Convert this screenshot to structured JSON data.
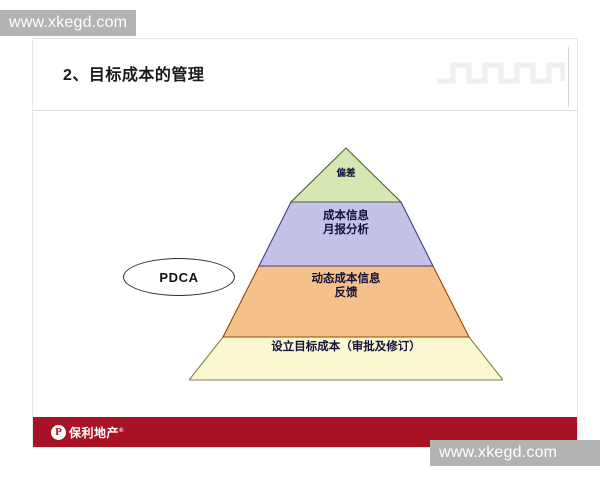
{
  "page": {
    "background": "#ffffff"
  },
  "watermarks": [
    {
      "text": "www.xkegd.com",
      "position": "top-left"
    },
    {
      "text": "www.xkegd.com",
      "position": "bottom-right"
    }
  ],
  "slide": {
    "title": "2、目标成本的管理",
    "decoration": {
      "name": "square-wave-decoration",
      "color": "#eeeeee",
      "peaks": 5
    },
    "footer": {
      "background_color": "#a71325",
      "logo_mark": "P",
      "logo_text": "保利地产",
      "registered_mark": "®"
    }
  },
  "diagram": {
    "type": "pyramid",
    "callout": {
      "label": "PDCA",
      "shape": "ellipse",
      "fill": "#ffffff",
      "stroke": "#2b2b2b"
    },
    "levels": [
      {
        "index": 1,
        "label": "偏差",
        "fill": "#d6e7b4",
        "stroke": "#4f6228",
        "text_color": "#12123a"
      },
      {
        "index": 2,
        "label": "成本信息\n月报分析",
        "fill": "#c5c2ea",
        "stroke": "#3f3f7a",
        "text_color": "#12123a"
      },
      {
        "index": 3,
        "label": "动态成本信息\n反馈",
        "fill": "#f5c08a",
        "stroke": "#974806",
        "text_color": "#12123a"
      },
      {
        "index": 4,
        "label": "设立目标成本（审批及修订）",
        "fill": "#fbf7d0",
        "stroke": "#7f7f4f",
        "text_color": "#12123a"
      }
    ]
  }
}
